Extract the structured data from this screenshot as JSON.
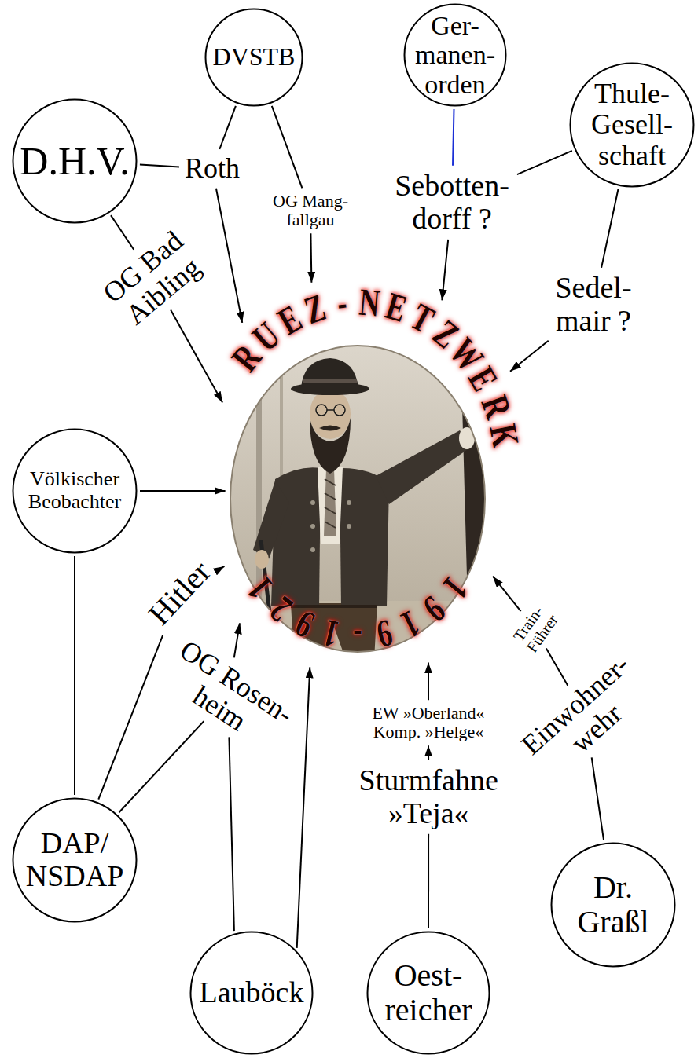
{
  "diagram": {
    "nodes": [
      {
        "text": [
          "DVSTB"
        ]
      },
      {
        "text": [
          "Ger- manen- orden"
        ]
      },
      {
        "text": [
          "D.H.V."
        ]
      },
      {
        "text": [
          "Thule- Gesell- schaft"
        ]
      },
      {
        "text": [
          "Roth"
        ]
      },
      {
        "text": [
          "Sebotten- dorff ?"
        ]
      },
      {
        "text": [
          "OG Mang- fallgau"
        ]
      },
      {
        "text": [
          "OG Bad Aibling"
        ]
      },
      {
        "text": [
          "Sedel- mair ?"
        ]
      },
      {
        "text": [
          "RUEZ-NETZWERK",
          "1919-1921"
        ]
      },
      {
        "text": [
          "Völkischer Beobachter"
        ]
      },
      {
        "text": [
          "Hitler"
        ]
      },
      {
        "text": [
          "OG Rosen- heim"
        ]
      },
      {
        "text": [
          "EW »Oberland« Komp. »Helge«"
        ]
      },
      {
        "text": [
          "Train- Führer"
        ]
      },
      {
        "text": [
          "Sturmfahne »Teja«"
        ]
      },
      {
        "text": [
          "Einwohner- wehr"
        ]
      },
      {
        "text": [
          "DAP/ NSDAP"
        ]
      },
      {
        "text": [
          "Dr. Graßl"
        ]
      },
      {
        "text": [
          "Lauböck"
        ]
      },
      {
        "text": [
          "Oest- reicher"
        ]
      }
    ],
    "edges": [
      {
        "from": 2,
        "to": 4,
        "arrow": "none"
      },
      {
        "from": 0,
        "to": 4,
        "arrow": "none"
      },
      {
        "from": 0,
        "to": 6,
        "arrow": "none"
      },
      {
        "from": 1,
        "to": 5,
        "arrow": "none"
      },
      {
        "from": 3,
        "to": 5,
        "arrow": "none"
      },
      {
        "from": 3,
        "to": 8,
        "arrow": "none"
      },
      {
        "from": 2,
        "to": 7,
        "arrow": "none"
      },
      {
        "from": 4,
        "to": 9,
        "arrow": "to"
      },
      {
        "from": 6,
        "to": 9,
        "arrow": "to"
      },
      {
        "from": 5,
        "to": 9,
        "arrow": "to"
      },
      {
        "from": 8,
        "to": 9,
        "arrow": "to"
      },
      {
        "from": 7,
        "to": 9,
        "arrow": "to"
      },
      {
        "from": 10,
        "to": 9,
        "arrow": "to"
      },
      {
        "from": 17,
        "to": 10,
        "arrow": "none"
      },
      {
        "from": 17,
        "to": 11,
        "arrow": "none"
      },
      {
        "from": 11,
        "to": 9,
        "arrow": "to"
      },
      {
        "from": 17,
        "to": 12,
        "arrow": "none"
      },
      {
        "from": 12,
        "to": 9,
        "arrow": "to"
      },
      {
        "from": 19,
        "to": 12,
        "arrow": "none"
      },
      {
        "from": 19,
        "to": 9,
        "arrow": "to"
      },
      {
        "from": 20,
        "to": 15,
        "arrow": "none"
      },
      {
        "from": 15,
        "to": 13,
        "arrow": "to"
      },
      {
        "from": 13,
        "to": 9,
        "arrow": "to"
      },
      {
        "from": 18,
        "to": 16,
        "arrow": "none"
      },
      {
        "from": 16,
        "to": 14,
        "arrow": "none"
      },
      {
        "from": 14,
        "to": 9,
        "arrow": "to"
      }
    ]
  }
}
